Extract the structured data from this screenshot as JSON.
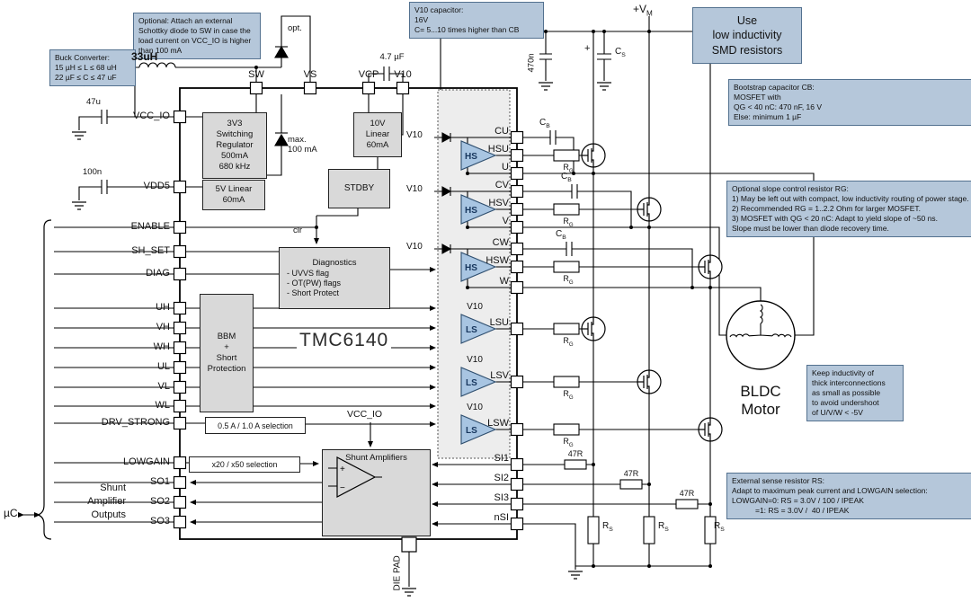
{
  "chip": {
    "name": "TMC6140",
    "left_pins": [
      "VCC_IO",
      "VDD5",
      "ENABLE",
      "SH_SET",
      "DIAG",
      "UH",
      "VH",
      "WH",
      "UL",
      "VL",
      "WL",
      "DRV_STRONG",
      "LOWGAIN",
      "SO1",
      "SO2",
      "SO3"
    ],
    "top_pins": [
      "SW",
      "VS",
      "VCP",
      "V10"
    ],
    "right_pins": [
      "CU",
      "HSU",
      "U",
      "CV",
      "HSV",
      "V",
      "CW",
      "HSW",
      "W",
      "LSU",
      "LSV",
      "LSW",
      "SI1",
      "SI2",
      "SI3",
      "nSI"
    ],
    "bottom_pin": "DIE PAD"
  },
  "blocks": {
    "reg3v3": [
      "3V3",
      "Switching",
      "Regulator",
      "500mA",
      "680 kHz"
    ],
    "reg5v": [
      "5V Linear",
      "60mA"
    ],
    "reg10v": [
      "10V",
      "Linear",
      "60mA"
    ],
    "stdby": "STDBY",
    "diag_title": "Diagnostics",
    "diag_items": [
      "- UVVS flag",
      "- OT(PW) flags",
      "- Short Protect"
    ],
    "bbm": [
      "BBM",
      "+",
      "Short",
      "Protection"
    ],
    "drv_sel": "0.5 A / 1.0 A selection",
    "gain_sel": "x20 / x50 selection",
    "shunt": "Shunt Amplifiers"
  },
  "labels": {
    "inductor": "33uH",
    "cap_vcc": "47u",
    "cap_vdd": "100n",
    "cap_vcp": "4.7 µF",
    "cap_470n": "470n",
    "plus": "+",
    "opt": "opt.",
    "max_current": [
      "max.",
      "100 mA"
    ],
    "clr": "clr",
    "vcc_io_top": "VCC_IO",
    "v10": "V10",
    "hs": "HS",
    "ls": "LS",
    "uc": "µC",
    "r47": "47R",
    "shunt_out": [
      "Shunt",
      "Amplifier",
      "Outputs"
    ],
    "motor": [
      "BLDC",
      "Motor"
    ],
    "opamp_plus": "+",
    "opamp_minus": "−"
  },
  "sub_labels": {
    "vm": {
      "main": "+V",
      "sub": "M"
    },
    "cb": {
      "main": "C",
      "sub": "B"
    },
    "cs": {
      "main": "C",
      "sub": "S"
    },
    "rg": {
      "main": "R",
      "sub": "G"
    },
    "rs": {
      "main": "R",
      "sub": "S"
    }
  },
  "notes": {
    "schottky": "Optional: Attach an external Schottky diode to SW in case the load current on VCC_IO is higher than 100 mA",
    "buck": [
      "Buck Converter:",
      "15 µH ≤ L ≤ 68 uH",
      "22 µF ≤ C ≤ 47 uF"
    ],
    "v10cap": [
      "V10 capacitor:",
      "16V",
      "C= 5...10 times higher than CB"
    ],
    "smd": [
      "Use",
      "low inductivity",
      "SMD resistors"
    ],
    "bootstrap": [
      "Bootstrap capacitor CB:",
      "MOSFET with",
      "QG < 40 nC: 470 nF, 16 V",
      "Else: minimum 1 µF"
    ],
    "slope": [
      "Optional slope control resistor RG:",
      "1) May be left out with compact, low inductivity routing of power stage.",
      "2) Recommended RG = 1..2.2 Ohm for larger MOSFET.",
      "3) MOSFET with QG < 20 nC: Adapt to yield slope of ~50 ns.",
      "Slope must be lower than diode recovery time."
    ],
    "inductivity": [
      "Keep inductivity of",
      "thick interconnections",
      "as small as possible",
      "to avoid undershoot",
      "of U/V/W < -5V"
    ],
    "sense": [
      "External sense resistor RS:",
      "Adapt to maximum peak current and LOWGAIN selection:",
      "LOWGAIN=0: RS = 3.0V / 100 / IPEAK",
      "           =1: RS = 3.0V /  40 / IPEAK"
    ]
  }
}
